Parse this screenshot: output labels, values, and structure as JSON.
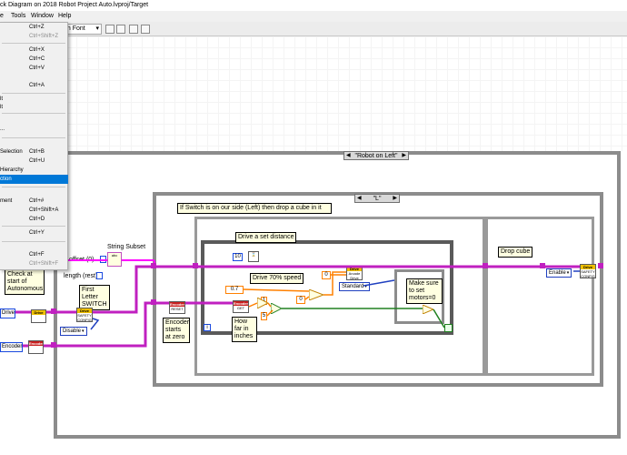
{
  "window": {
    "title": "ck Diagram on 2018 Robot Project Auto.lvproj/Target"
  },
  "menubar": {
    "items": [
      "e",
      "Tools",
      "Window",
      "Help"
    ]
  },
  "toolbar": {
    "font": "on Font"
  },
  "menu": {
    "items": [
      {
        "label": "",
        "shortcut": "Ctrl+Z",
        "disabled": false
      },
      {
        "label": "",
        "shortcut": "Ctrl+Shift+Z",
        "disabled": true
      },
      {
        "label": "",
        "shortcut": "Ctrl+X",
        "disabled": false
      },
      {
        "label": "",
        "shortcut": "Ctrl+C",
        "disabled": false
      },
      {
        "label": "",
        "shortcut": "Ctrl+V",
        "disabled": false
      },
      {
        "label": "",
        "shortcut": "Ctrl+A",
        "disabled": false
      },
      {
        "label": "lt",
        "shortcut": "",
        "disabled": false
      },
      {
        "label": "lt",
        "shortcut": "",
        "disabled": false
      },
      {
        "label": "...",
        "shortcut": "",
        "disabled": false
      },
      {
        "label": "Selection",
        "shortcut": "Ctrl+B",
        "disabled": false
      },
      {
        "label": "",
        "shortcut": "Ctrl+U",
        "disabled": false
      },
      {
        "label": "Hierarchy",
        "shortcut": "",
        "disabled": false
      },
      {
        "label": "ction",
        "shortcut": "",
        "disabled": false,
        "highlighted": true
      },
      {
        "label": "ment",
        "shortcut": "Ctrl+#",
        "disabled": false
      },
      {
        "label": "",
        "shortcut": "Ctrl+Shift+A",
        "disabled": false
      },
      {
        "label": "",
        "shortcut": "Ctrl+D",
        "disabled": false
      },
      {
        "label": "",
        "shortcut": "Ctrl+Y",
        "disabled": false
      },
      {
        "label": "",
        "shortcut": "Ctrl+F",
        "disabled": false
      },
      {
        "label": "",
        "shortcut": "Ctrl+Shift+F",
        "disabled": true
      }
    ]
  },
  "diagram": {
    "outer_case": "\"Robot on Left\"",
    "inner_case": "\"L\"",
    "comment_switch": "If Switch is on our side (Left) then drop a cube in it",
    "comment_drive": "Drive a set distance",
    "comment_drive_speed": "Drive 70% speed",
    "comment_drop": "Drop cube",
    "comment_motors": "Make sure to set motors=0",
    "comment_encoder": "Encoder starts at zero",
    "comment_how_far": "How far in inches",
    "comment_first_letter": "First Letter SWITCH",
    "comment_check_start": "Check at start of Autonomous",
    "string_subset": "String Subset",
    "offset_label": "offset (0)",
    "length_label": "length (rest)",
    "standard_enum": "Standard",
    "disable_enum": "Disable",
    "enable_enum": "Enable",
    "drive_label": "Drive",
    "encoder_label": "Encoder",
    "const_10": "10",
    "const_07": "0.7",
    "const_0a": "0",
    "const_0b": "0",
    "const_1": "1",
    "const_5": "5",
    "loop_i": "i",
    "vi_drive": "Drive",
    "vi_safety": "SAFETY CONFIG",
    "vi_arcade": "Arcade Drive",
    "vi_encoder": "Encoder",
    "vi_reset": "RESET",
    "vi_get": "GET"
  }
}
